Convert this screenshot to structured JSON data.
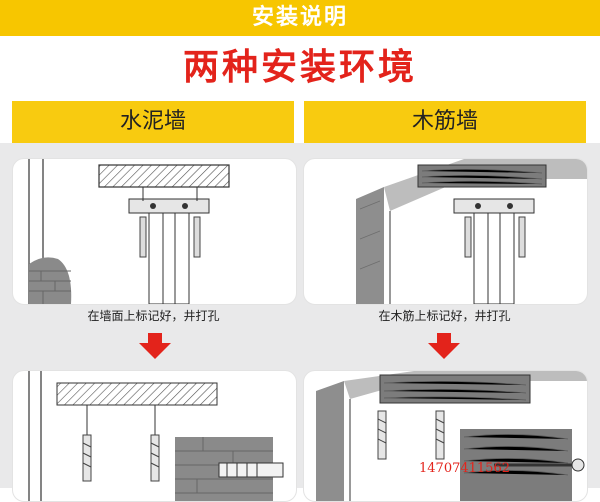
{
  "banner": {
    "title": "安装说明"
  },
  "heading": "两种安装环境",
  "environments": [
    {
      "label": "水泥墙",
      "caption": "在墙面上标记好，井打孔"
    },
    {
      "label": "木筋墙",
      "caption": "在木筋上标记好，井打孔"
    }
  ],
  "contact": {
    "phone": "14707411562"
  },
  "colors": {
    "banner": "#f7c600",
    "heading": "#e3231b",
    "tab": "#f8cb10",
    "arrow": "#e3231b"
  }
}
